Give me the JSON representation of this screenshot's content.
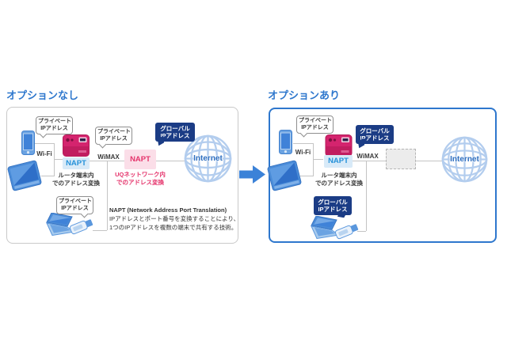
{
  "colors": {
    "accent_blue": "#2e77cd",
    "navy_bubble": "#1b3c85",
    "router_pink": "#d4246e",
    "napt_blue_bg": "#d8eaf8",
    "napt_blue_text": "#2591d9",
    "napt_pink_bg": "#fbdee8",
    "napt_pink_text": "#e5336b",
    "connector_gray": "#c4c4c4",
    "globe_blue": "#b3cdee"
  },
  "left_panel": {
    "title": "オプションなし",
    "phone_bubble": {
      "line1": "プライベート",
      "line2": "IPアドレス"
    },
    "wifi_label": "Wi-Fi",
    "router_napt": "NAPT",
    "router_caption": {
      "line1": "ルータ端末内",
      "line2": "でのアドレス変換"
    },
    "wimax_bubble": {
      "line1": "プライベート",
      "line2": "IPアドレス"
    },
    "wimax_label": "WiMAX",
    "uq_napt": "NAPT",
    "uq_caption": {
      "line1": "UQネットワーク内",
      "line2": "でのアドレス変換"
    },
    "global_bubble": {
      "line1": "グローバル",
      "line2": "IPアドレス"
    },
    "internet_label": "Internet",
    "laptop_bubble": {
      "line1": "プライベート",
      "line2": "IPアドレス"
    },
    "napt_note": {
      "heading": "NAPT (Network Address Port Translation)",
      "body1": "IPアドレスとポート番号を変換することにより、",
      "body2": "1つのIPアドレスを複数の端末で共有する技術。"
    }
  },
  "right_panel": {
    "title": "オプションあり",
    "phone_bubble": {
      "line1": "プライベート",
      "line2": "IPアドレス"
    },
    "wifi_label": "Wi-Fi",
    "router_napt": "NAPT",
    "router_caption": {
      "line1": "ルータ端末内",
      "line2": "でのアドレス変換"
    },
    "router_global_bubble": {
      "line1": "グローバル",
      "line2": "IPアドレス"
    },
    "wimax_label": "WiMAX",
    "internet_label": "Internet",
    "laptop_global_bubble": {
      "line1": "グローバル",
      "line2": "IPアドレス"
    }
  }
}
